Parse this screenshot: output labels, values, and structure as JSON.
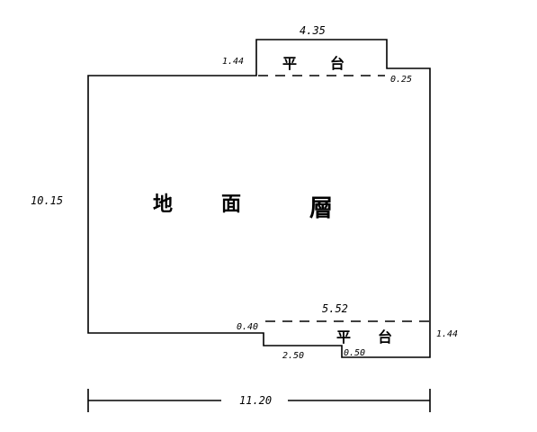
{
  "diagram": {
    "main_room": {
      "name": [
        "地",
        "面",
        "層"
      ],
      "height_label": "10.15"
    },
    "top_balcony": {
      "name": [
        "平",
        "台"
      ],
      "width_label": "4.35",
      "depth_label": "1.44",
      "offset_label": "0.25"
    },
    "bottom_balcony": {
      "name": [
        "平",
        "台"
      ],
      "width_label": "5.52",
      "depth_label": "1.44",
      "step_label": "0.40",
      "inner_width_label": "2.50",
      "notch_label": "0.50"
    },
    "overall_width_label": "11.20",
    "colors": {
      "line": "#000000",
      "background": "#ffffff"
    }
  }
}
